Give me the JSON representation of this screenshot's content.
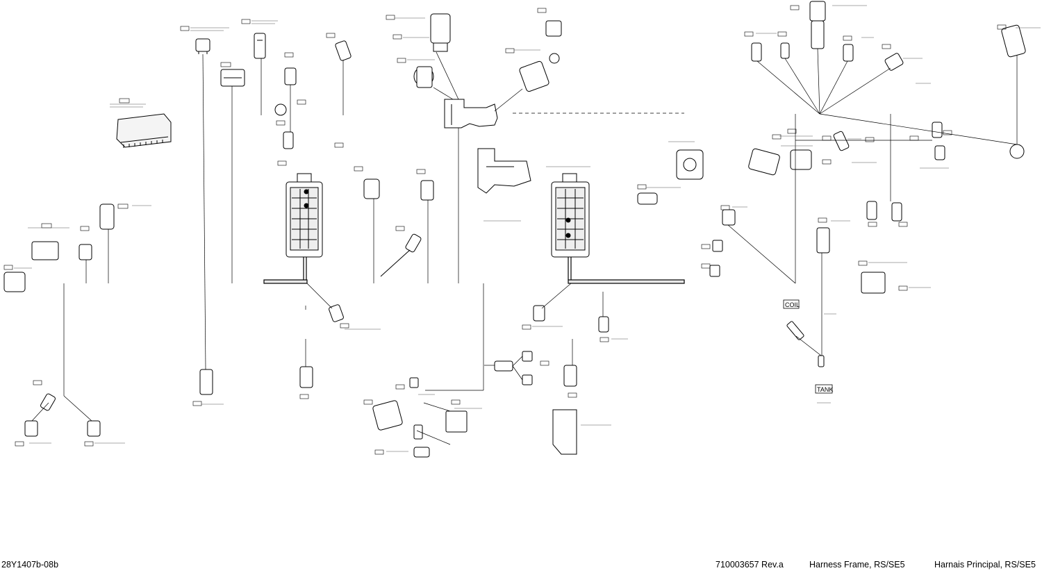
{
  "footer": {
    "drawing_number": "28Y1407b-08b",
    "part_number": "710003657 Rev.a",
    "title_en": "Harness Frame, RS/SE5",
    "title_fr": "Harnais Principal, RS/SE5"
  },
  "labels": {
    "coil": "COIL",
    "tank": "TANK"
  }
}
